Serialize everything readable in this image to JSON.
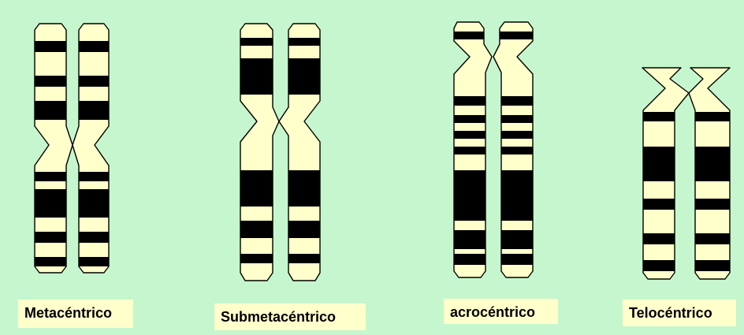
{
  "colors": {
    "background": "#c6f6cd",
    "chromatid_fill": "#ffffcc",
    "band": "#000000",
    "label_box": "#ffffcc"
  },
  "chromosomes": [
    {
      "id": "metacentric",
      "label": "Metacéntrico"
    },
    {
      "id": "submetacentric",
      "label": "Submetacéntrico"
    },
    {
      "id": "acrocentric",
      "label": "acrocéntrico"
    },
    {
      "id": "telocentric",
      "label": "Telocéntrico"
    }
  ]
}
